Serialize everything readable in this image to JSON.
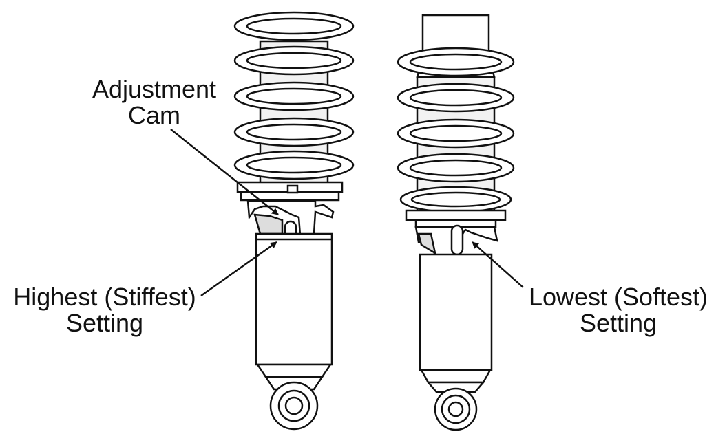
{
  "labels": {
    "cam_line1": "Adjustment",
    "cam_line2": "Cam",
    "high_line1": "Highest (Stiffest)",
    "high_line2": "Setting",
    "low_line1": "Lowest (Softest)",
    "low_line2": "Setting"
  },
  "colors": {
    "ink": "#111111",
    "part_fill": "#ffffff",
    "shade": "#e6e6e6"
  }
}
